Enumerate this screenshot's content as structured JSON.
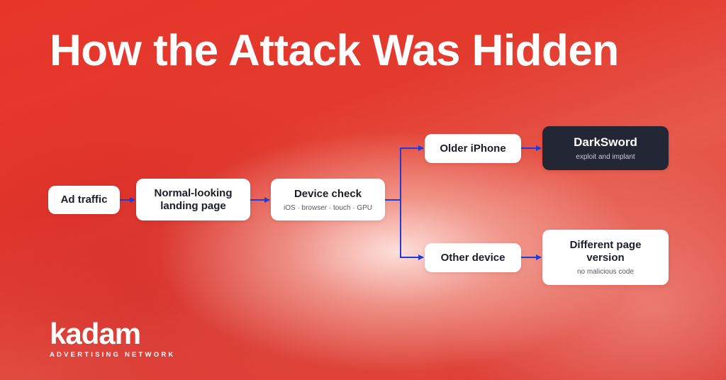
{
  "title": "How the Attack Was Hidden",
  "nodes": {
    "ad_traffic": {
      "label": "Ad traffic"
    },
    "landing": {
      "label": "Normal-looking landing page"
    },
    "device_check": {
      "label": "Device check",
      "sub": "iOS · browser · touch · GPU"
    },
    "older_iphone": {
      "label": "Older iPhone"
    },
    "darksword": {
      "label": "DarkSword",
      "sub": "exploit and implant"
    },
    "other_device": {
      "label": "Other device"
    },
    "different_page": {
      "label": "Different page version",
      "sub": "no malicious code"
    }
  },
  "colors": {
    "arrow": "#1f3bd9",
    "dark_node": "#232635",
    "background": "#e33a2e"
  },
  "logo": {
    "word": "kadam",
    "tagline": "ADVERTISING NETWORK"
  }
}
